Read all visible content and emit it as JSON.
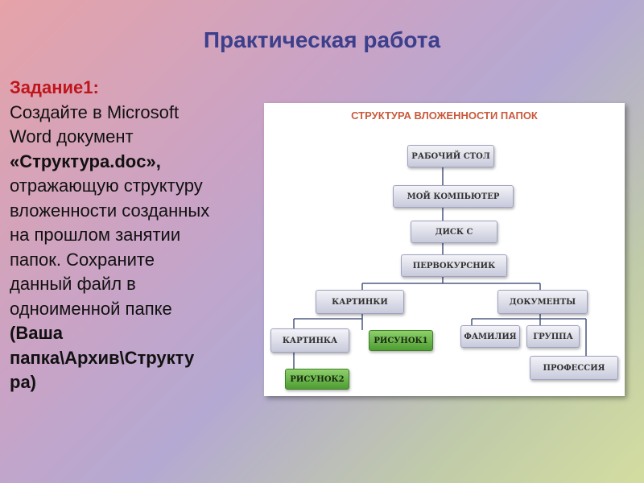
{
  "slide": {
    "title": "Практическая работа",
    "task_heading": "Задание1:",
    "task_lines": [
      "Создайте в Microsoft",
      "Word документ",
      "«Структура.doc»,",
      "отражающую структуру",
      "вложенности созданных",
      "на прошлом занятии",
      "папок. Сохраните",
      "данный файл в",
      "одноименной папке",
      "(Ваша",
      "папка\\Архив\\Структу",
      "ра)"
    ]
  },
  "diagram": {
    "title": "СТРУКТУРА ВЛОЖЕННОСТИ ПАПОК",
    "nodes": {
      "desktop": "РАБОЧИЙ СТОЛ",
      "my_computer": "МОЙ КОМПЬЮТЕР",
      "disk_c": "ДИСК С",
      "freshman": "ПЕРВОКУРСНИК",
      "pictures": "КАРТИНКИ",
      "documents": "ДОКУМЕНТЫ",
      "picture": "КАРТИНКА",
      "drawing1": "РИСУНОК1",
      "drawing2": "РИСУНОК2",
      "surname": "ФАМИЛИЯ",
      "group": "ГРУППА",
      "profession": "ПРОФЕССИЯ"
    },
    "colors": {
      "default_node": "#d6d8e6",
      "highlight_node": "#6ab84a",
      "title": "#c85a3c"
    }
  }
}
